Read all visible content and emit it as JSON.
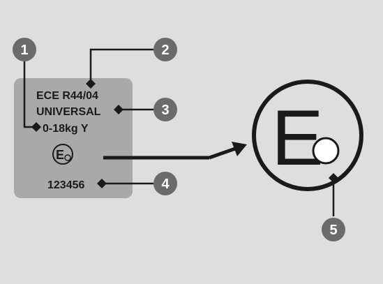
{
  "label": {
    "line1": "ECE R44/04",
    "line2": "UNIVERSAL",
    "line3": "0-18kg Y",
    "approval_mark_letter": "E",
    "serial": "123456"
  },
  "enlarged_mark": {
    "letter": "E"
  },
  "callouts": [
    {
      "number": "1"
    },
    {
      "number": "2"
    },
    {
      "number": "3"
    },
    {
      "number": "4"
    },
    {
      "number": "5"
    }
  ],
  "colors": {
    "background": "#dedede",
    "label_panel": "#a9a9a9",
    "marker": "#6b6b6b",
    "ink": "#1a1a1a"
  }
}
